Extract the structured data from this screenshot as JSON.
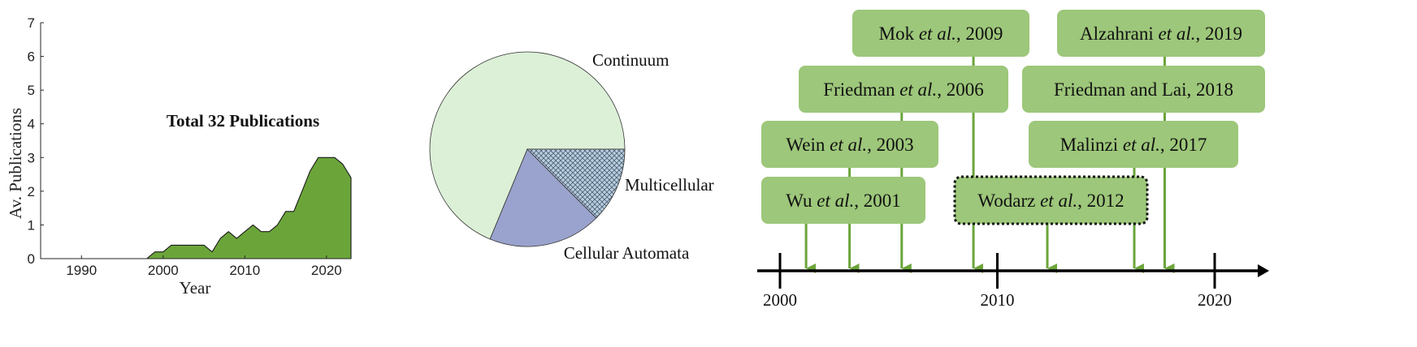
{
  "chart_data": [
    {
      "type": "area",
      "title": "",
      "annotation": "Total 32 Publications",
      "xlabel": "Year",
      "ylabel": "Av. Publications",
      "xlim": [
        1985,
        2023
      ],
      "ylim": [
        0,
        7
      ],
      "xticks": [
        1990,
        2000,
        2010,
        2020
      ],
      "yticks": [
        0,
        1,
        2,
        3,
        4,
        5,
        6,
        7
      ],
      "x": [
        1985,
        1998,
        1999,
        2000,
        2001,
        2002,
        2003,
        2004,
        2005,
        2006,
        2007,
        2008,
        2009,
        2010,
        2011,
        2012,
        2013,
        2014,
        2015,
        2016,
        2017,
        2018,
        2019,
        2020,
        2021,
        2022,
        2023
      ],
      "values": [
        0,
        0,
        0.2,
        0.2,
        0.4,
        0.4,
        0.4,
        0.4,
        0.4,
        0.2,
        0.6,
        0.8,
        0.6,
        0.8,
        1.0,
        0.8,
        0.8,
        1.0,
        1.4,
        1.4,
        2.0,
        2.6,
        3.0,
        3.0,
        3.0,
        2.8,
        2.4
      ],
      "fill_color": "#6ba53a"
    },
    {
      "type": "pie",
      "labels": [
        "Continuum",
        "Multicellular",
        "Cellular Automata"
      ],
      "values": [
        22,
        6,
        4
      ],
      "colors": [
        "#dcf0d7",
        "#9aa3cd",
        "#b8cfdf"
      ],
      "hatch": [
        false,
        false,
        true
      ]
    },
    {
      "type": "timeline",
      "xlim": [
        1995,
        2025
      ],
      "ticks": [
        2000,
        2010,
        2020
      ],
      "box_color": "#9dc77a",
      "arrow_color": "#6ba53a",
      "events": [
        {
          "author": "Wu",
          "etal": true,
          "year": 2001,
          "position": 2001.2,
          "level": 1,
          "highlight": false
        },
        {
          "author": "Wein",
          "etal": true,
          "year": 2003,
          "position": 2003.2,
          "level": 2,
          "highlight": false
        },
        {
          "author": "Friedman",
          "etal": true,
          "year": 2006,
          "position": 2005.6,
          "level": 3,
          "highlight": false
        },
        {
          "author": "Mok",
          "etal": true,
          "year": 2009,
          "position": 2008.9,
          "level": 4,
          "highlight": false
        },
        {
          "author": "Wodarz",
          "etal": true,
          "year": 2012,
          "position": 2012.3,
          "level": 1,
          "highlight": true
        },
        {
          "author": "Malinzi",
          "etal": true,
          "year": 2017,
          "position": 2016.3,
          "level": 2,
          "highlight": false
        },
        {
          "author": "Friedman and Lai",
          "etal": false,
          "year": 2018,
          "position": 2017.7,
          "level": 3,
          "highlight": false
        },
        {
          "author": "Alzahrani",
          "etal": true,
          "year": 2019,
          "position": 2017.7,
          "level": 4,
          "highlight": false
        }
      ]
    }
  ]
}
